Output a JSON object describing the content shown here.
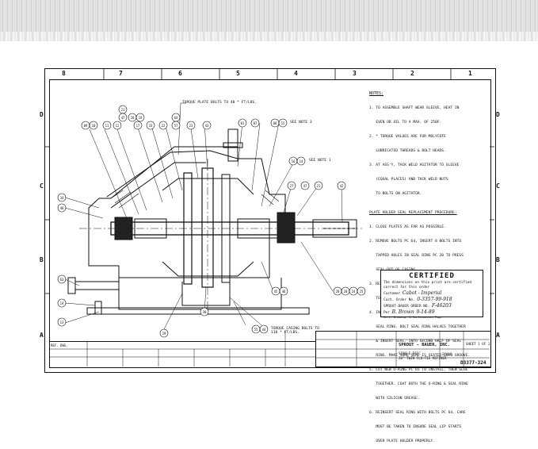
{
  "zones": {
    "top": [
      "8",
      "7",
      "6",
      "5",
      "4",
      "3",
      "2",
      "1"
    ],
    "side": [
      "D",
      "C",
      "B",
      "A"
    ]
  },
  "notes": {
    "title": "NOTES:",
    "items": [
      "1. TO ASSEMBLE SHAFT WEAR SLEEVE, HEAT IN",
      "   EVEN OR OIL TO A MAX. OF 250F.",
      "2. * TORQUE VALUES ARE FOR MOLYCOTE",
      "   LUBRICATED THREADS & BOLT HEADS.",
      "3. AT ASS'Y, TACK WELD AGITATOR TO SLEEVE",
      "   (EQUAL PLACES) AND TACK WELD NUTS",
      "   TO BOLTS ON AGITATOR."
    ],
    "procedure_title": "PLATE HOLDER SEAL REPLACEMENT PROCEDURE:",
    "procedure": [
      "1. CLOSE PLATES AS FAR AS POSSIBLE.",
      "2. REMOVE BOLTS PC 64, INSERT 8 BOLTS INTO",
      "   TAPPED HOLES IN SEAL RING PC 20 TO PRESS",
      "   SEAL OUT OF CASING.",
      "3. REMOVE PC 64 FLOATING SEAL RING HALVES",
      "   TOGETHER.",
      "4. INSTALL NEW SEAL PC 65 ON ONE HALF OF",
      "   SEAL RING. BOLT SEAL RING HALVES TOGETHER",
      "   & INSERT SEAL. INTO SECOND HALF OF SEAL",
      "   RING. MAKE SURE SEAL IS SEATED INTO GROOVE.",
      "5. CUT NEW O-RING PC 65 TO INSTALL, THEN GLUE",
      "   TOGETHER. COAT BOTH THE O-RING & SEAL RING",
      "   WITH SILICON GREASE.",
      "6. REINSERT SEAL RING WITH BOLTS PC 64. CARE",
      "   MUST BE TAKEN TO ENSURE SEAL LIP STARTS",
      "   OVER PLATE HOLDER PROPERLY."
    ]
  },
  "callouts": {
    "torque_plate": "TORQUE PLATE BOLTS TO 40 * FT/LBS.",
    "see_note3": "SEE NOTE 3",
    "see_note1": "SEE NOTE 1",
    "torque_casing": "TORQUE CASING BOLTS TO 110 * FT/LBS."
  },
  "balloons": [
    "09",
    "10",
    "11",
    "12",
    "21",
    "47",
    "20",
    "19",
    "17",
    "33",
    "22",
    "57",
    "64",
    "23",
    "43",
    "01",
    "07",
    "08",
    "15",
    "16",
    "14",
    "27",
    "47",
    "21",
    "42",
    "34",
    "48",
    "63",
    "14",
    "13",
    "29",
    "30",
    "55",
    "44",
    "45",
    "46",
    "28",
    "20",
    "24",
    "25",
    "26",
    "27",
    "36",
    "38",
    "22",
    "48"
  ],
  "certified": {
    "title": "CERTIFIED",
    "line1": "The dimensions on this print are certified",
    "line2": "correct for this order",
    "customer_label": "Customer",
    "customer_value": "Cabot - Imperial",
    "cust_order_label": "Cust. Order No.",
    "cust_order_value": "0-3357-99-918",
    "sb_order_label": "SPROUT-BAUER ORDER NO.",
    "sb_order_value": "F-46203",
    "by_label": "Per",
    "by_value": "B. Brown",
    "date_value": "9-14-89",
    "footer": "Cert. Drawing- A Continuation Page"
  },
  "title_block": {
    "company": "SPROUT - BAUER, INC.",
    "line1": "SINGLE DISC",
    "line2": "26\" TWIN FLO-TIE REFINER",
    "drawing_no": "D3377-324",
    "scale": "SCALE",
    "sheet": "SHEET 1 OF 1"
  },
  "revisions": {
    "label": "REF. DWG."
  }
}
